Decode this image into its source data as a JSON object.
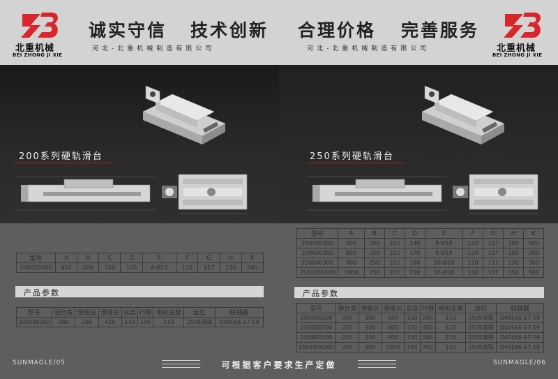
{
  "brand": {
    "logo_text": "北重机械",
    "logo_pinyin": "BEI ZHONG JI XIE",
    "company_name": "河北-北重机械制造有限公司"
  },
  "left_page": {
    "slogan_1": "诚实守信",
    "slogan_2": "技术创新",
    "series_title": "200系列硬轨滑台",
    "dim_table": {
      "headers": [
        "型号",
        "A",
        "B",
        "C",
        "D",
        "E",
        "F",
        "G",
        "H",
        "K"
      ],
      "rows": [
        [
          "200420260",
          "420",
          "200",
          "164",
          "120",
          "8-Ø13",
          "110",
          "117",
          "130",
          "260"
        ]
      ]
    },
    "param_title": "产品参数",
    "param_table": {
      "headers": [
        "型号",
        "滑台宽",
        "滑板长",
        "滑座长",
        "总高",
        "行程",
        "电机支架",
        "丝杠",
        "联轴器"
      ],
      "rows": [
        [
          "200420260",
          "200",
          "260",
          "420",
          "130",
          "140",
          "110",
          "2505滚珠",
          "D40L66-17-19"
        ]
      ]
    },
    "page_number": "SUNMAGLE/05"
  },
  "right_page": {
    "slogan_1": "合理价格",
    "slogan_2": "完善服务",
    "series_title": "250系列硬轨滑台",
    "dim_table": {
      "headers": [
        "型号",
        "A",
        "B",
        "C",
        "D",
        "E",
        "F",
        "G",
        "H",
        "K"
      ],
      "rows": [
        [
          "250500300",
          "500",
          "250",
          "212",
          "140",
          "8-Ø18",
          "110",
          "117",
          "150",
          "300"
        ],
        [
          "250600300",
          "600",
          "250",
          "212",
          "170",
          "8-Ø18",
          "110",
          "117",
          "150",
          "300"
        ],
        [
          "250800300",
          "800",
          "250",
          "212",
          "180",
          "10-Ø18",
          "110",
          "117",
          "150",
          "300"
        ],
        [
          "2501000300",
          "1000",
          "250",
          "212",
          "220",
          "10-Ø18",
          "110",
          "117",
          "150",
          "300"
        ]
      ]
    },
    "param_title": "产品参数",
    "param_table": {
      "headers": [
        "型号",
        "滑台宽",
        "滑板长",
        "滑座长",
        "总高",
        "行程",
        "电机支架",
        "丝杠",
        "联轴器"
      ],
      "rows": [
        [
          "250500300",
          "250",
          "300",
          "500",
          "150",
          "200",
          "110",
          "2505滚珠",
          "D40L66-17-19"
        ],
        [
          "250600300",
          "250",
          "300",
          "600",
          "150",
          "300",
          "110",
          "2505滚珠",
          "D40L66-17-19"
        ],
        [
          "250800300",
          "250",
          "300",
          "800",
          "150",
          "500",
          "110",
          "2505滚珠",
          "D40L66-17-19"
        ],
        [
          "2501000300",
          "250",
          "300",
          "1000",
          "150",
          "700",
          "110",
          "2505滚珠",
          "D40L66-17-19"
        ]
      ]
    },
    "page_number": "SUNMAGLE/06"
  },
  "footer_text": "可根据客户要求生产定做",
  "colors": {
    "brand_red": "#d8262b",
    "header_bg": "#d3d3d3",
    "dark_bg": "#1c1c1c",
    "table_bg": "#5e5e5e"
  }
}
